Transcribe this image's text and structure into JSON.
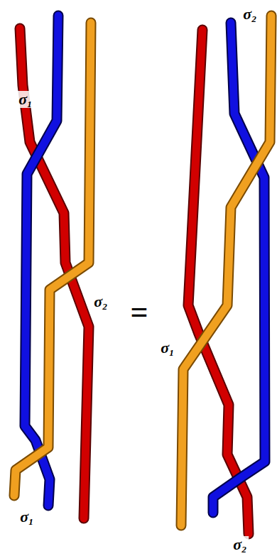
{
  "diagram": {
    "labels": [
      "σ₁",
      "σ₂",
      "σ₁",
      "=",
      "σ₂",
      "σ₁",
      "σ₂"
    ]
  }
}
